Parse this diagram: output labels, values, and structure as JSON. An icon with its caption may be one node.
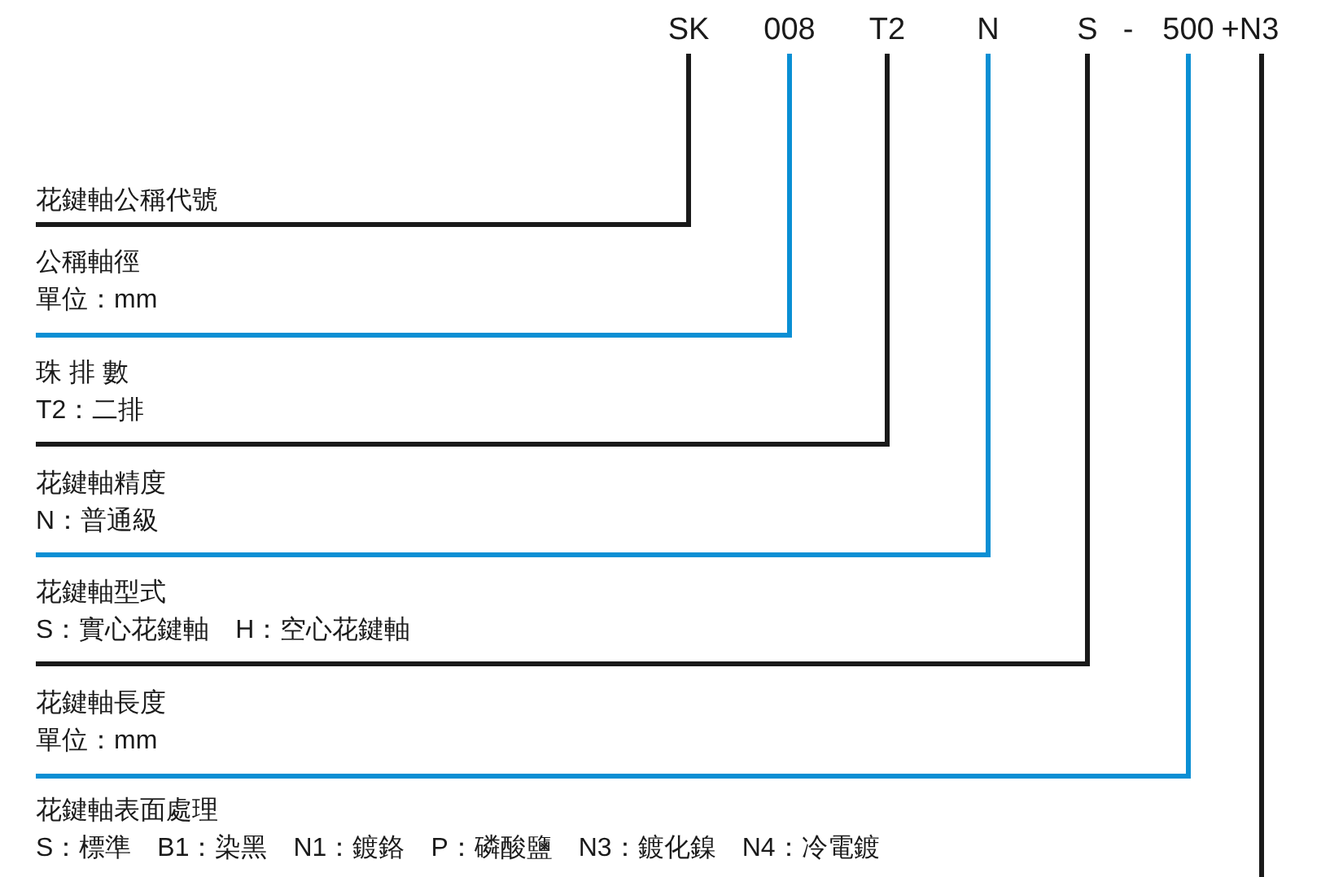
{
  "diagram": {
    "nodes": [
      {
        "text": [
          "SK"
        ]
      },
      {
        "text": [
          "008"
        ]
      },
      {
        "text": [
          "T2"
        ]
      },
      {
        "text": [
          "N"
        ]
      },
      {
        "text": [
          "S"
        ]
      },
      {
        "text": [
          "500"
        ]
      },
      {
        "text": [
          "+N3"
        ]
      },
      {
        "text": [
          "花鍵軸公稱代號"
        ]
      },
      {
        "text": [
          "公稱軸徑",
          "單位：mm"
        ]
      },
      {
        "text": [
          "珠 排 數",
          "T2：二排"
        ]
      },
      {
        "text": [
          "花鍵軸精度",
          "N：普通級"
        ]
      },
      {
        "text": [
          "花鍵軸型式",
          "S：實心花鍵軸　H：空心花鍵軸"
        ]
      },
      {
        "text": [
          "花鍵軸長度",
          "單位：mm"
        ]
      },
      {
        "text": [
          "花鍵軸表面處理",
          "S：標準　B1：染黑　N1：鍍鉻　P：磷酸鹽　N3：鍍化鎳　N4：冷電鍍"
        ]
      }
    ],
    "edges": [
      {
        "from": 7,
        "to": 0,
        "arrow": "none"
      },
      {
        "from": 8,
        "to": 1,
        "arrow": "none",
        "color": "#0a8fd4"
      },
      {
        "from": 9,
        "to": 2,
        "arrow": "none"
      },
      {
        "from": 10,
        "to": 3,
        "arrow": "none",
        "color": "#0a8fd4"
      },
      {
        "from": 11,
        "to": 4,
        "arrow": "none"
      },
      {
        "from": 12,
        "to": 5,
        "arrow": "none",
        "color": "#0a8fd4"
      },
      {
        "from": null,
        "to": 6,
        "arrow": "none"
      }
    ],
    "labels": [
      "-"
    ]
  }
}
